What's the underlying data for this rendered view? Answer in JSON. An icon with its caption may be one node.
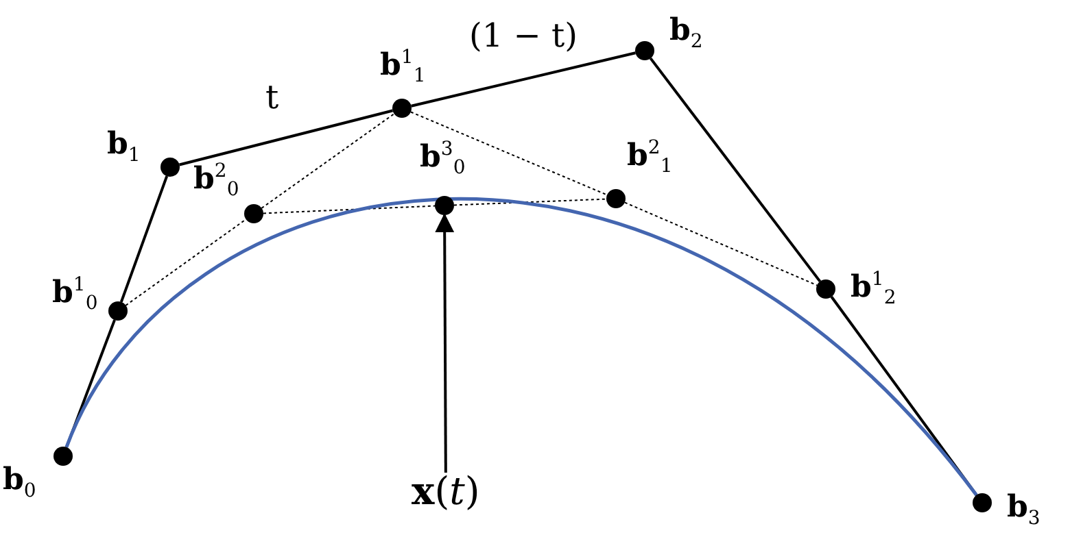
{
  "diagram": {
    "nodes": [
      {
        "text": [
          "**b**$_{2}$"
        ]
      },
      {
        "text": [
          "**b**$^{1}$$_{1}$"
        ]
      },
      {
        "text": [
          "**b**$_{1}$"
        ]
      },
      {
        "text": [
          "**b**$^{2}$$_{0}$"
        ]
      },
      {
        "text": [
          "**b**$^{3}$$_{0}$"
        ]
      },
      {
        "text": [
          "**b**$^{2}$$_{1}$"
        ]
      },
      {
        "text": [
          "**b**$^{1}$$_{2}$"
        ]
      },
      {
        "text": [
          "**b**$^{1}$$_{0}$"
        ]
      },
      {
        "text": [
          "**x**(*t*)"
        ]
      },
      {
        "text": [
          "**b**$_{0}$"
        ]
      },
      {
        "text": [
          "**b**$_{3}$"
        ]
      }
    ],
    "edges": [
      {
        "from": 9,
        "to": 7,
        "arrow": "none"
      },
      {
        "from": 7,
        "to": 2,
        "arrow": "none"
      },
      {
        "from": 2,
        "to": 1,
        "arrow": "none",
        "label": "t"
      },
      {
        "from": 1,
        "to": 0,
        "arrow": "none",
        "label": "(1 − t)"
      },
      {
        "from": 0,
        "to": 6,
        "arrow": "none"
      },
      {
        "from": 6,
        "to": 10,
        "arrow": "none"
      },
      {
        "from": 7,
        "to": 3,
        "arrow": "none",
        "style": "dashed"
      },
      {
        "from": 3,
        "to": 1,
        "arrow": "none",
        "style": "dashed"
      },
      {
        "from": 1,
        "to": 5,
        "arrow": "none",
        "style": "dashed"
      },
      {
        "from": 5,
        "to": 6,
        "arrow": "none",
        "style": "dashed"
      },
      {
        "from": 3,
        "to": 4,
        "arrow": "none",
        "style": "dashed"
      },
      {
        "from": 4,
        "to": 5,
        "arrow": "none",
        "style": "dashed"
      },
      {
        "from": 9,
        "to": 10,
        "arrow": "none",
        "color": "#4466b0"
      },
      {
        "from": 8,
        "to": 4,
        "arrow": "to"
      }
    ]
  }
}
